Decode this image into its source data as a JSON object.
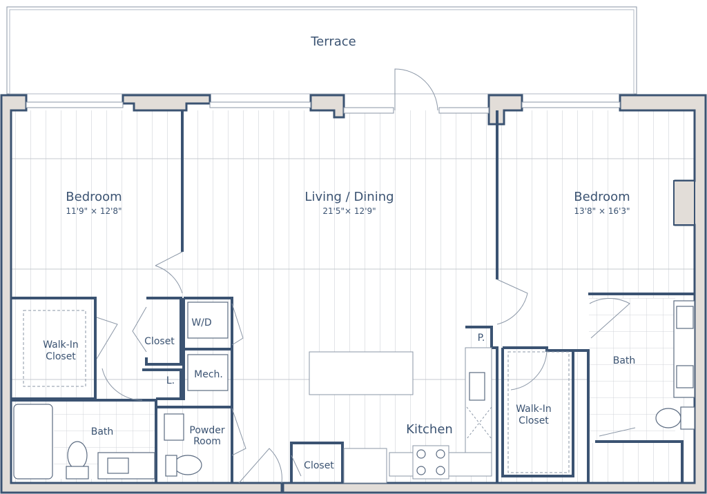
{
  "plan": {
    "rooms": {
      "terrace": "Terrace",
      "bedroom1": {
        "name": "Bedroom",
        "dims": "11'9\" × 12'8\""
      },
      "living": {
        "name": "Living / Dining",
        "dims": "21'5\"× 12'9\""
      },
      "bedroom2": {
        "name": "Bedroom",
        "dims": "13'8\" × 16'3\""
      },
      "walkin1": {
        "line1": "Walk-In",
        "line2": "Closet"
      },
      "closet1": "Closet",
      "wd": "W/D",
      "mech": "Mech.",
      "linen": "L.",
      "bath1": "Bath",
      "powder": {
        "line1": "Powder",
        "line2": "Room"
      },
      "closet2": "Closet",
      "kitchen": "Kitchen",
      "pantry": "P.",
      "walkin2": {
        "line1": "Walk-In",
        "line2": "Closet"
      },
      "bath2": "Bath"
    },
    "colors": {
      "wall": "#3b5372",
      "wall_fill": "#e2ddd8"
    }
  }
}
